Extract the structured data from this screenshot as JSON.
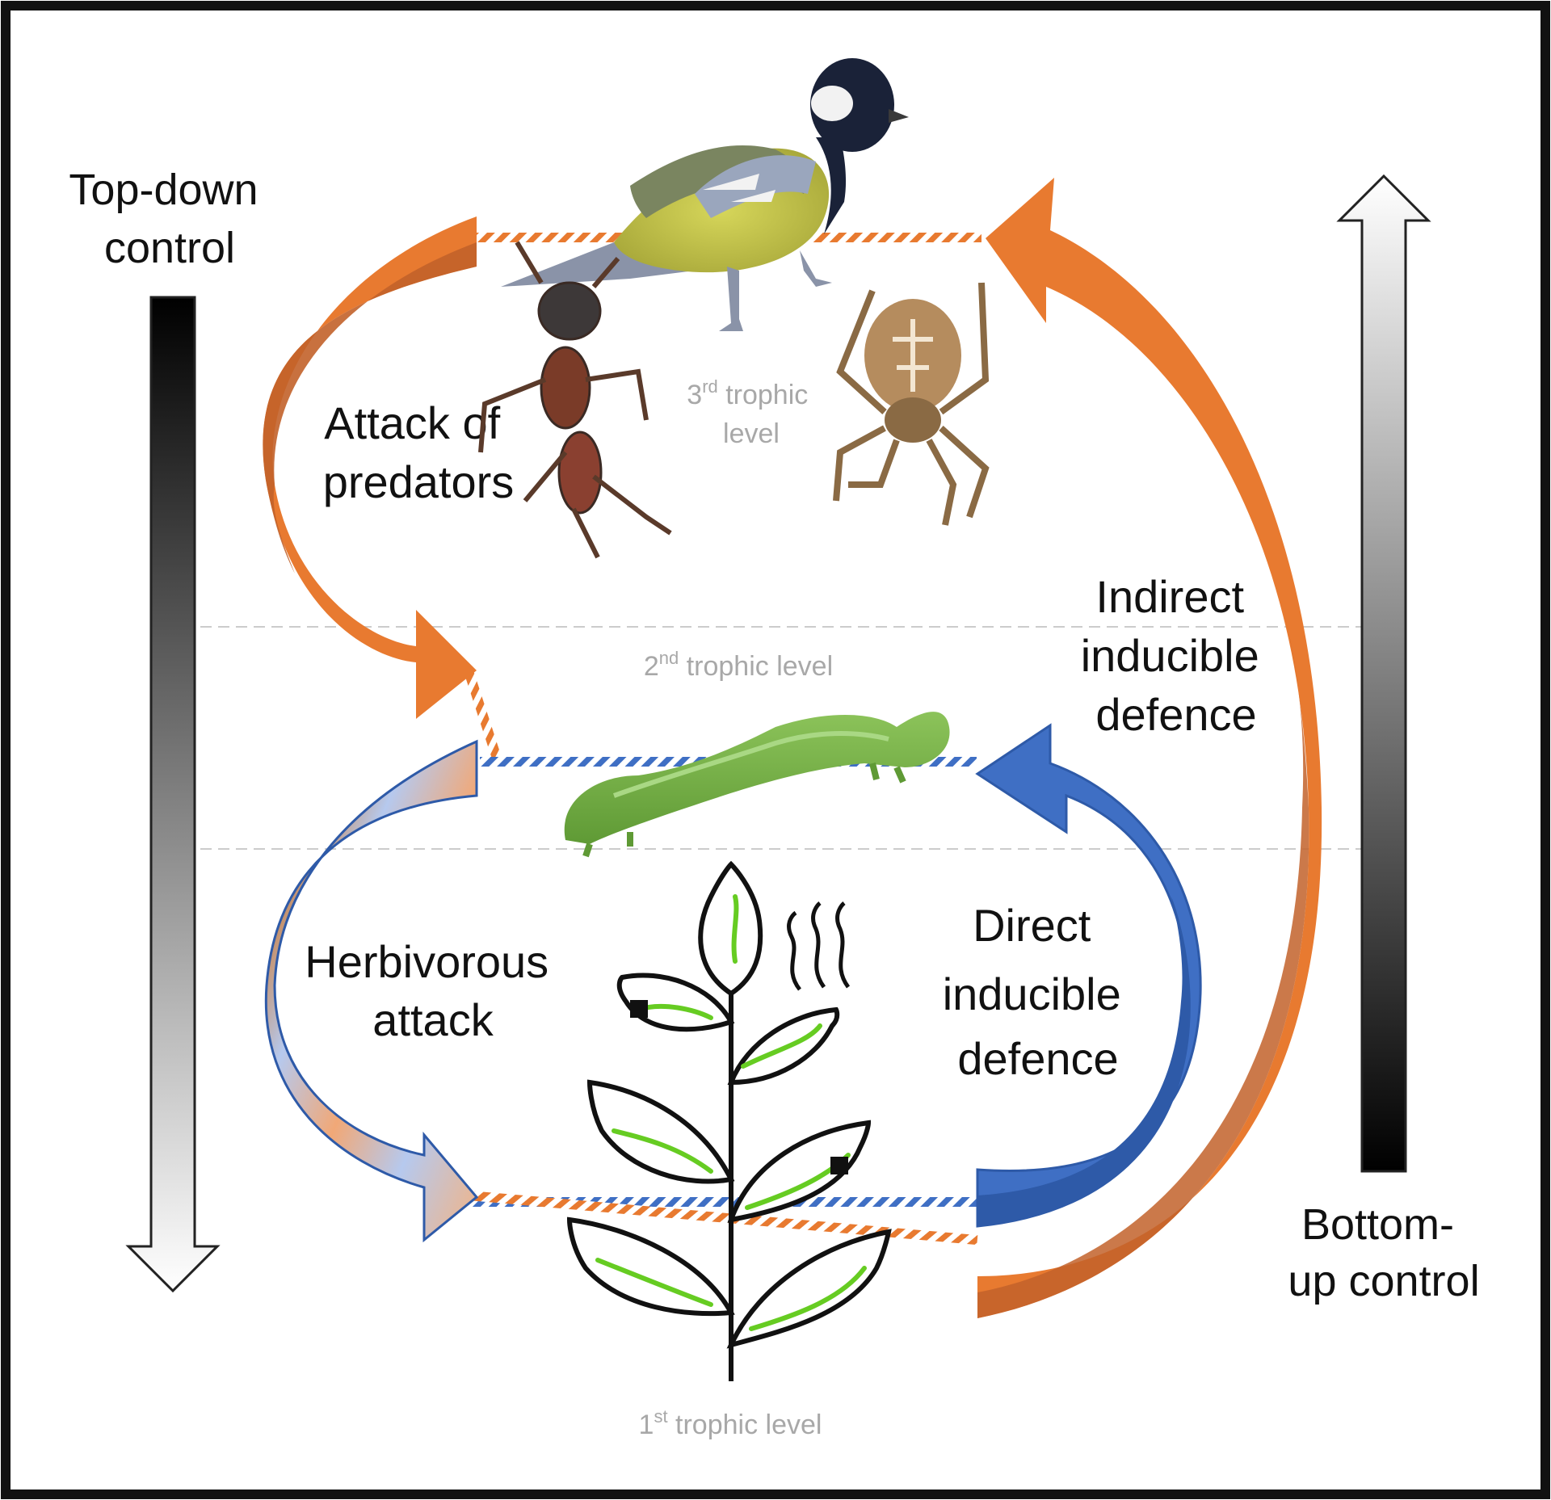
{
  "colors": {
    "orange": "#e87a30",
    "orange_dark": "#c2622a",
    "blue": "#3f6fc4",
    "blue_dark": "#2e5aa8",
    "caterpillar": "#7fb54a",
    "leaf_vein": "#66cc22",
    "bird_yellow": "#c8c845",
    "ant": "#7a3b28",
    "spider": "#a07850"
  },
  "labels": {
    "top_down": [
      "Top-down",
      "control"
    ],
    "bottom_up": [
      "Bottom-",
      "up control"
    ],
    "attack_predators": [
      "Attack of",
      "predators"
    ],
    "herbivorous_attack": [
      "Herbivorous",
      "attack"
    ],
    "indirect_defence": [
      "Indirect",
      "inducible",
      "defence"
    ],
    "direct_defence": [
      "Direct",
      "inducible",
      "defence"
    ]
  },
  "trophic_levels": {
    "third": {
      "number": "3",
      "suffix": "rd",
      "line1_rest": " trophic",
      "line2": "level"
    },
    "second": {
      "number": "2",
      "suffix": "nd",
      "rest": " trophic level"
    },
    "first": {
      "number": "1",
      "suffix": "st",
      "rest": " trophic level"
    }
  },
  "icons": [
    "great-tit-bird-icon",
    "ant-icon",
    "spider-icon",
    "caterpillar-icon",
    "plant-icon",
    "volatile-emission-icon"
  ]
}
